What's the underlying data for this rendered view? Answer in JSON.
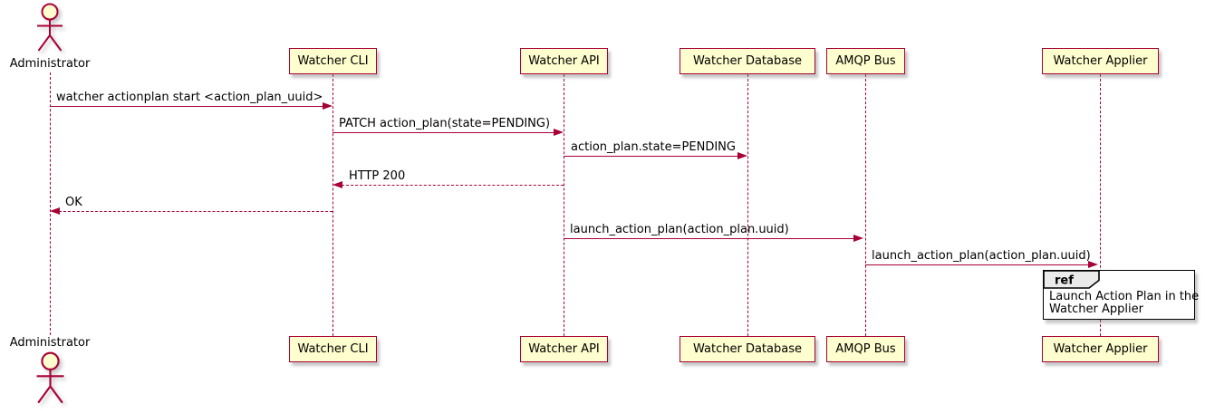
{
  "diagram_type": "sequence",
  "actor": {
    "label": "Administrator"
  },
  "participants": [
    {
      "label": "Watcher CLI"
    },
    {
      "label": "Watcher API"
    },
    {
      "label": "Watcher Database"
    },
    {
      "label": "AMQP Bus"
    },
    {
      "label": "Watcher Applier"
    }
  ],
  "messages": [
    {
      "label": "watcher actionplan start <action_plan_uuid>",
      "from": "Administrator",
      "to": "Watcher CLI",
      "line": "solid",
      "direction": "right"
    },
    {
      "label": "PATCH action_plan(state=PENDING)",
      "from": "Watcher CLI",
      "to": "Watcher API",
      "line": "solid",
      "direction": "right"
    },
    {
      "label": "action_plan.state=PENDING",
      "from": "Watcher API",
      "to": "Watcher Database",
      "line": "solid",
      "direction": "right"
    },
    {
      "label": "HTTP 200",
      "from": "Watcher API",
      "to": "Watcher CLI",
      "line": "dashed",
      "direction": "left"
    },
    {
      "label": "OK",
      "from": "Watcher CLI",
      "to": "Administrator",
      "line": "dashed",
      "direction": "left"
    },
    {
      "label": "launch_action_plan(action_plan.uuid)",
      "from": "Watcher API",
      "to": "AMQP Bus",
      "line": "solid",
      "direction": "right"
    },
    {
      "label": "launch_action_plan(action_plan.uuid)",
      "from": "AMQP Bus",
      "to": "Watcher Applier",
      "line": "solid",
      "direction": "right"
    }
  ],
  "ref": {
    "keyword": "ref",
    "line1": "Launch Action Plan in the",
    "line2": "Watcher Applier",
    "anchored_to": "Watcher Applier"
  },
  "colors": {
    "participant_fill": "#FEFECE",
    "accent": "#A80036",
    "text": "#000000",
    "ref_header_fill": "#EBEBEB",
    "ref_border": "#000000",
    "background": "#FFFFFF"
  }
}
